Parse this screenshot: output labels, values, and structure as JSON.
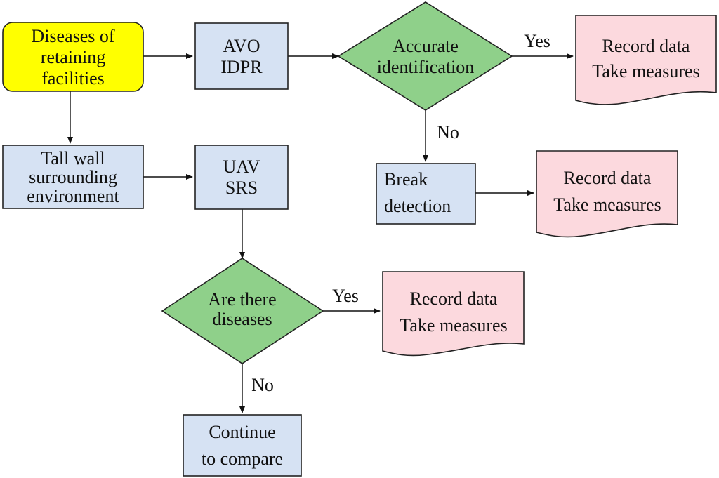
{
  "colors": {
    "start_fill": "#ffff00",
    "process_fill": "#d6e2f3",
    "decision_fill": "#8fd08a",
    "document_fill": "#fcd9de",
    "line": "#111111"
  },
  "nodes": {
    "start": {
      "lines": [
        "Diseases of",
        "retaining",
        "facilities"
      ]
    },
    "avo": {
      "lines": [
        "AVO",
        "IDPR"
      ]
    },
    "accurate": {
      "lines": [
        "Accurate",
        "identification"
      ]
    },
    "record1": {
      "lines": [
        "Record data",
        "Take measures"
      ]
    },
    "tall_wall": {
      "lines": [
        "Tall wall",
        "surrounding",
        "environment"
      ]
    },
    "uav": {
      "lines": [
        "UAV",
        "SRS"
      ]
    },
    "break": {
      "lines": [
        "Break",
        "detection"
      ]
    },
    "record2": {
      "lines": [
        "Record data",
        "Take measures"
      ]
    },
    "diseases_q": {
      "lines": [
        "Are there",
        "diseases"
      ]
    },
    "record3": {
      "lines": [
        "Record data",
        "Take measures"
      ]
    },
    "continue": {
      "lines": [
        "Continue",
        "to compare"
      ]
    }
  },
  "edge_labels": {
    "accurate_yes": "Yes",
    "accurate_no": "No",
    "diseases_yes": "Yes",
    "diseases_no": "No"
  }
}
